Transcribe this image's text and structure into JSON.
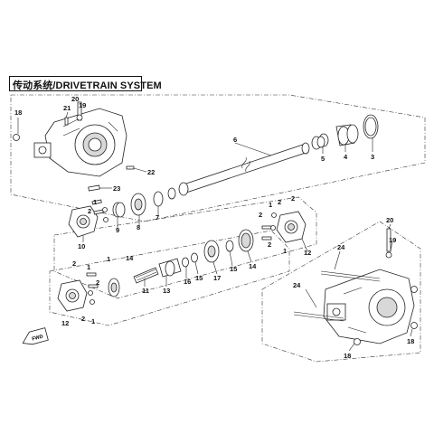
{
  "title": "传动系统/DRIVETRAIN SYSTEM",
  "callouts": {
    "c1": "1",
    "c2": "2",
    "c3": "3",
    "c4": "4",
    "c5": "5",
    "c6": "6",
    "c7": "7",
    "c8": "8",
    "c9": "9",
    "c10": "10",
    "c11": "11",
    "c12": "12",
    "c13": "13",
    "c14": "14",
    "c15": "15",
    "c16": "16",
    "c17": "17",
    "c18": "18",
    "c19": "19",
    "c20": "20",
    "c21": "21",
    "c22": "22",
    "c23": "23",
    "c24": "24"
  },
  "front_arrow_label": "FWD",
  "colors": {
    "line": "#222222",
    "shade": "#d8d8d8",
    "background": "#ffffff"
  }
}
